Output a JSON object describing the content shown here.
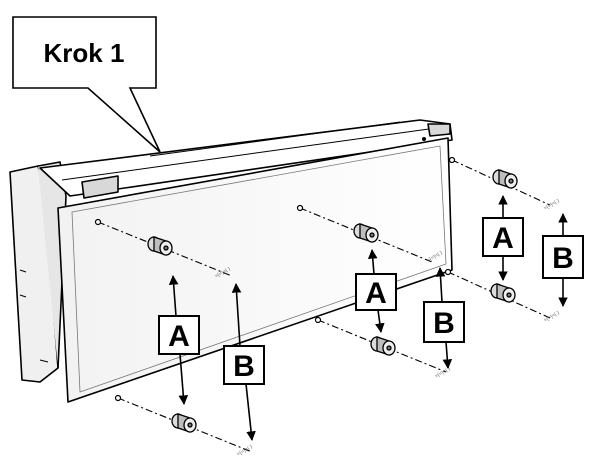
{
  "callout": {
    "title": "Krok 1"
  },
  "labels": {
    "a": "A",
    "b": "B"
  },
  "screw_marks": [
    "=(=)=( )",
    "=(=)=( )",
    "=(=)=( )",
    "=(=)=( )",
    "=(=)=( )",
    "=(=)=( )"
  ]
}
